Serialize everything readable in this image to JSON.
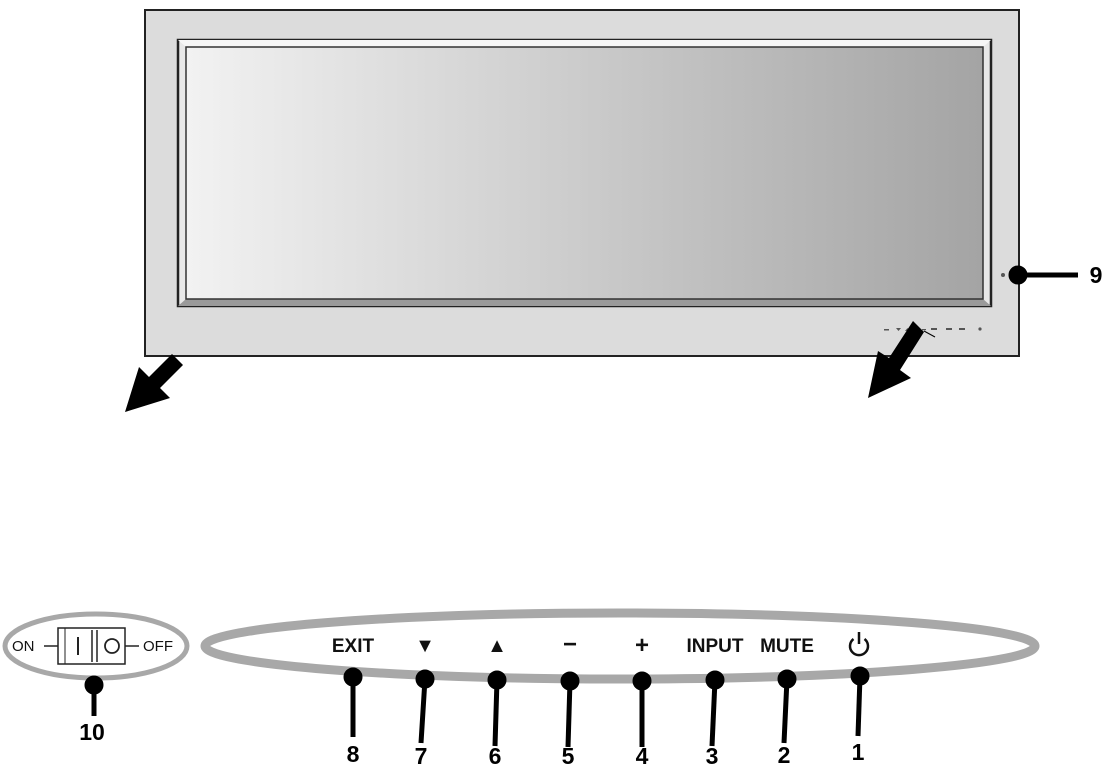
{
  "buttons": [
    {
      "number": "8",
      "label": "EXIT",
      "icon": "exit-text"
    },
    {
      "number": "7",
      "label": "▼",
      "icon": "down-triangle-icon"
    },
    {
      "number": "6",
      "label": "▲",
      "icon": "up-triangle-icon"
    },
    {
      "number": "5",
      "label": "−",
      "icon": "minus-icon"
    },
    {
      "number": "4",
      "label": "+",
      "icon": "plus-icon"
    },
    {
      "number": "3",
      "label": "INPUT",
      "icon": "input-text"
    },
    {
      "number": "2",
      "label": "MUTE",
      "icon": "mute-text"
    },
    {
      "number": "1",
      "label": "",
      "icon": "power-icon"
    }
  ],
  "sensor": {
    "number": "9"
  },
  "main_switch": {
    "number": "10",
    "on_label": "ON",
    "off_label": "OFF",
    "on_symbol": "|",
    "off_symbol": "O"
  },
  "colors": {
    "bezel": "#dcdcdc",
    "outline": "#222222",
    "callout_ellipse": "#a8a8a8",
    "callout": "#000000"
  }
}
